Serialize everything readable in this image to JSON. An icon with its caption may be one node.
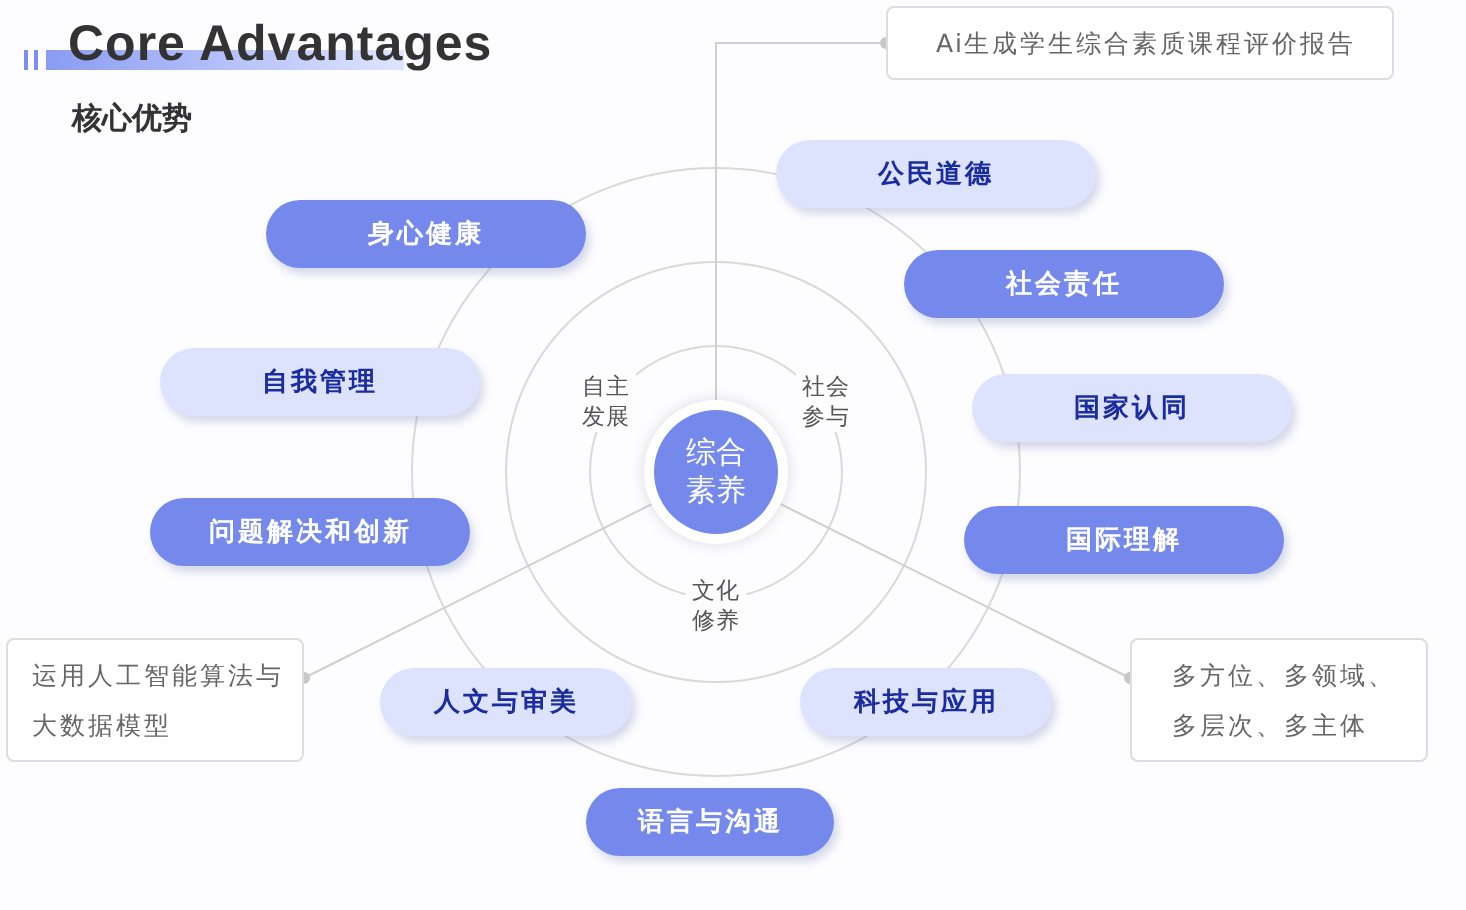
{
  "diagram": {
    "title": "Core Advantages",
    "nodes": [
      {
        "text": [
          "Ai生成学生综合素质课程评价报告"
        ]
      },
      {
        "text": [
          "公民道德"
        ]
      },
      {
        "text": [
          "身心健康"
        ]
      },
      {
        "text": [
          "社会责任"
        ]
      },
      {
        "text": [
          "自我管理"
        ]
      },
      {
        "text": [
          "国家认同"
        ]
      },
      {
        "text": [
          "综合素养"
        ]
      },
      {
        "text": [
          "问题解决和创新"
        ]
      },
      {
        "text": [
          "国际理解"
        ]
      },
      {
        "text": [
          "运用人工智能算法与大数据模型"
        ]
      },
      {
        "text": [
          "人文与审美"
        ]
      },
      {
        "text": [
          "科技与应用"
        ]
      },
      {
        "text": [
          "多方位、多领域、多层次、多主体"
        ]
      },
      {
        "text": [
          "语言与沟通"
        ]
      }
    ],
    "edges": [
      {
        "from": 6,
        "to": 0,
        "arrow": "other"
      },
      {
        "from": 6,
        "to": 9,
        "arrow": "other"
      },
      {
        "from": 6,
        "to": 12,
        "arrow": "other"
      }
    ],
    "labels": [
      "核心优势",
      "自主发展",
      "社会参与",
      "文化修养"
    ]
  }
}
